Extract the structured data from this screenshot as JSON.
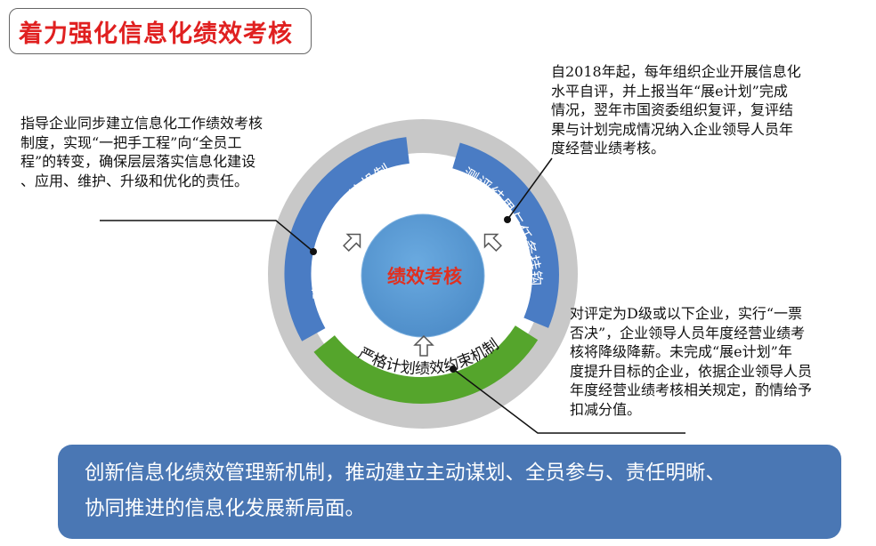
{
  "title": "着力强化信息化绩效考核",
  "center_label": "绩效考核",
  "arc_labels": {
    "left": "建立健全绩效考核机制",
    "right": "测评结果与任务挂钩",
    "bottom": "严格计划绩效约束机制"
  },
  "notes": {
    "left": "指导企业同步建立信息化工作绩效考核\n制度，实现“一把手工程”向“全员工\n程”的转变，确保层层落实信息化建设\n、应用、维护、升级和优化的责任。",
    "top_right": "自2018年起，每年组织企业开展信息化\n水平自评，并上报当年“展e计划”完成\n情况，翌年市国资委组织复评，复评结\n果与计划完成情况纳入企业领导人员年\n度经营业绩考核。",
    "bottom_right": "对评定为D级或以下企业，实行“一票\n否决”，企业领导人员年度经营业绩考\n核将降级降薪。未完成“展e计划”年\n度提升目标的企业，依据企业领导人员\n年度经营业绩考核相关规定，酌情给予\n扣减分值。"
  },
  "banner": {
    "line1": "创新信息化绩效管理新机制，推动建立主动谋划、全员参与、责任明晰、",
    "line2": "协同推进的信息化发展新局面。"
  },
  "colors": {
    "title_red": "#e02020",
    "ring_gray": "#c4c4c4",
    "segment_blue": "#4a7cc4",
    "segment_green": "#55a52c",
    "center_blue": "#5b9bd5",
    "banner_blue": "#4a77b4"
  }
}
